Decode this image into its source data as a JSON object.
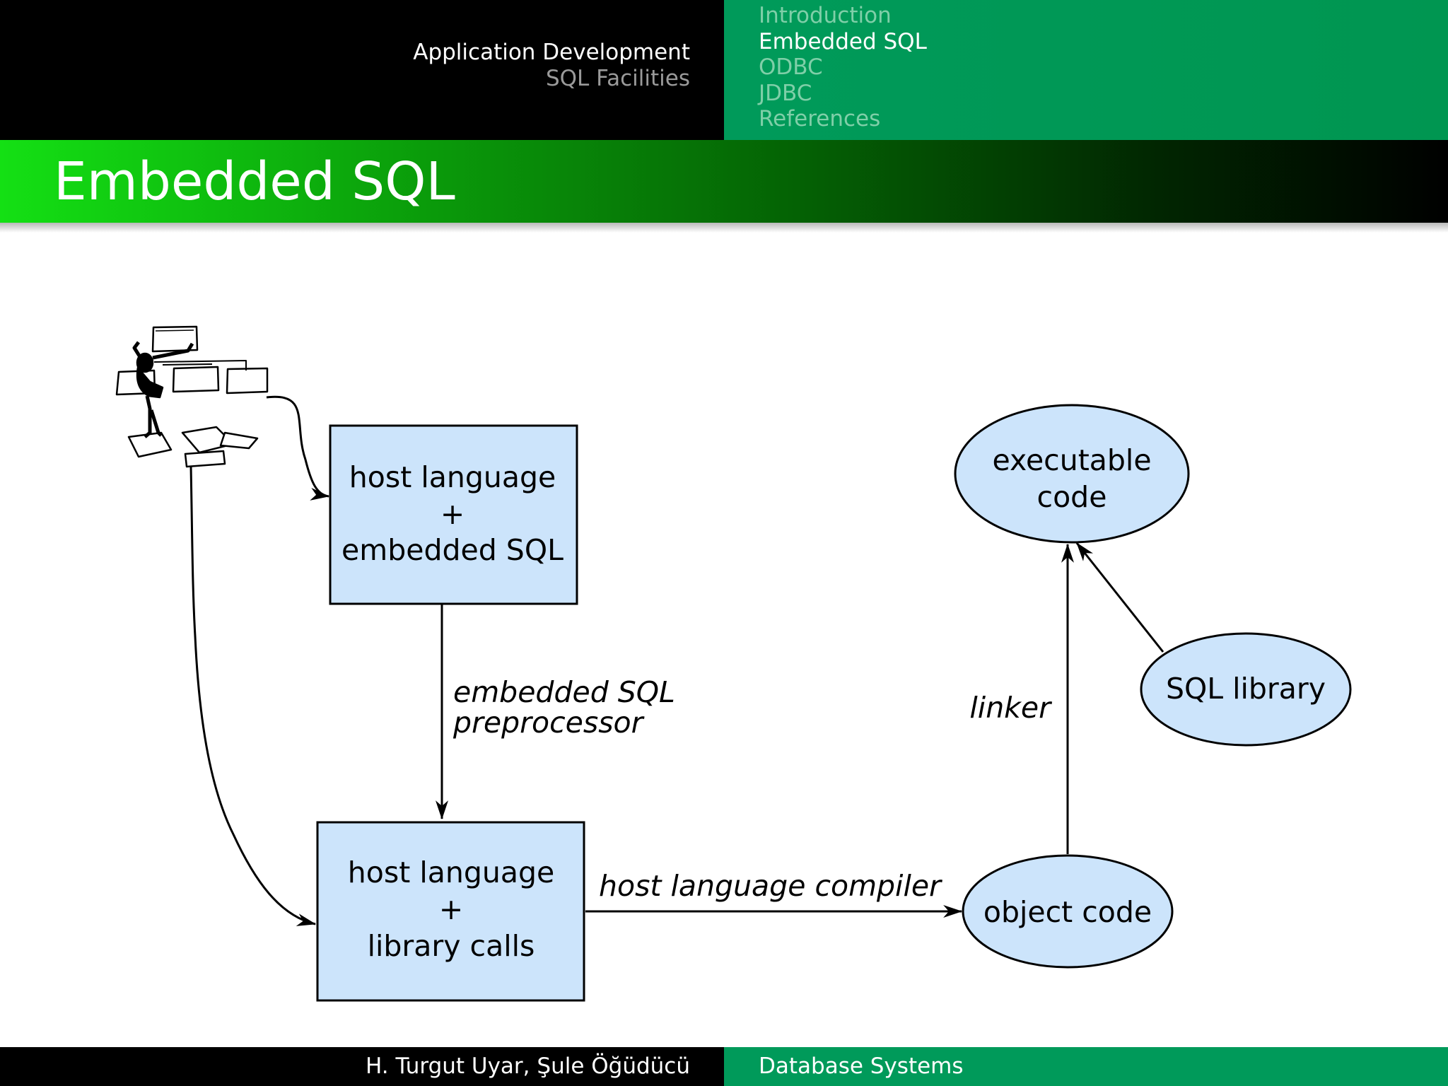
{
  "header": {
    "title": "Application Development",
    "subtitle": "SQL Facilities",
    "nav": [
      {
        "label": "Introduction",
        "active": false
      },
      {
        "label": "Embedded SQL",
        "active": true
      },
      {
        "label": "ODBC",
        "active": false
      },
      {
        "label": "JDBC",
        "active": false
      },
      {
        "label": "References",
        "active": false
      }
    ]
  },
  "slide": {
    "title": "Embedded SQL"
  },
  "diagram": {
    "nodes": {
      "source": {
        "lines": [
          "host language",
          "+",
          "embedded SQL"
        ]
      },
      "library_calls": {
        "lines": [
          "host language",
          "+",
          "library calls"
        ]
      },
      "object_code": {
        "label": "object code"
      },
      "executable_code": {
        "lines": [
          "executable",
          "code"
        ]
      },
      "sql_library": {
        "label": "SQL library"
      }
    },
    "edges": {
      "preprocessor": {
        "lines": [
          "embedded SQL",
          "preprocessor"
        ]
      },
      "compiler": {
        "label": "host language compiler"
      },
      "linker": {
        "label": "linker"
      }
    }
  },
  "footer": {
    "authors": "H. Turgut Uyar, Şule Öğüdücü",
    "course": "Database Systems"
  },
  "colors": {
    "node_fill": "#cce4fb",
    "header_green": "#009a5a"
  }
}
